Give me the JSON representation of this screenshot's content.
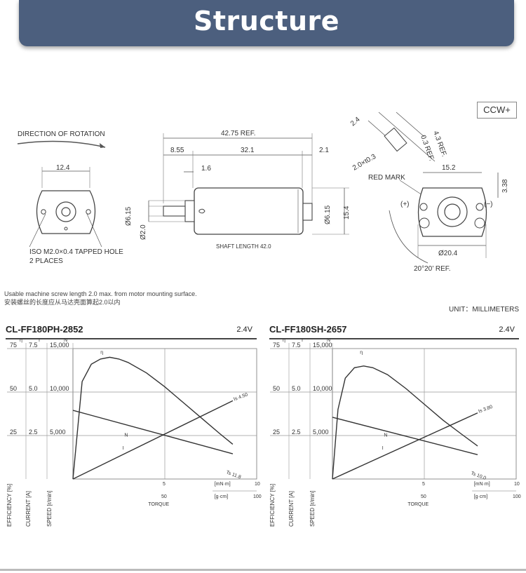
{
  "header": {
    "title": "Structure"
  },
  "ccw_badge": "CCW+",
  "drawing": {
    "direction_label": "DIRECTION OF ROTATION",
    "front_width": "12.4",
    "tapped_hole_note_1": "ISO M2.0×0.4 TAPPED HOLE",
    "tapped_hole_note_2": "2 PLACES",
    "body_total": "42.75 REF.",
    "dim_855": "8.55",
    "dim_321": "32.1",
    "dim_21": "2.1",
    "dim_16": "1.6",
    "dim_615_left": "Ø6.15",
    "dim_20": "Ø2.0",
    "dim_615_right": "Ø6.15",
    "dim_154": "15.4",
    "shaft_length": "SHAFT LENGTH  42.0",
    "terminal_24": "2.4",
    "terminal_43": "4.3 REF.",
    "terminal_03": "0.3 REF.",
    "terminal_20t": "2.0×t0.3",
    "red_mark": "RED MARK",
    "rear_152": "15.2",
    "rear_338": "3.38",
    "plus": "(+)",
    "minus": "(−)",
    "rear_204": "Ø20.4",
    "angle": "20°20’ REF."
  },
  "notes": {
    "line1": "Usable machine screw length 2.0 max. from motor mounting surface.",
    "line2": "安装螺丝的长度应从马达壳面算起2.0以内",
    "unit": "UNIT：MILLIMETERS"
  },
  "chart_data": [
    {
      "type": "line",
      "title": "CL-FF180PH-2852",
      "voltage": "2.4V",
      "xlabel": "TORQUE",
      "x_unit_1": "[mN·m]",
      "x_unit_2": "[g·cm]",
      "x_ticks_mn": [
        "5",
        "10"
      ],
      "x_ticks_gcm": [
        "50",
        "100"
      ],
      "xlim_mn": [
        0,
        10
      ],
      "eff_ticks": [
        "75",
        "50",
        "25"
      ],
      "cur_ticks": [
        "7.5",
        "5.0",
        "2.5"
      ],
      "spd_ticks": [
        "15,000",
        "10,000",
        "5,000"
      ],
      "axis_symbols": [
        "η",
        "I",
        "N"
      ],
      "axis_names": [
        "EFFICIENCY [%]",
        "CURRENT [A]",
        "SPEED [r/min]"
      ],
      "grid": true,
      "series": [
        {
          "name": "η",
          "x": [
            0,
            0.5,
            1.0,
            1.5,
            2.0,
            2.5,
            3.0,
            4.0,
            5.0,
            6.0,
            7.0,
            8.0,
            8.7
          ],
          "y": [
            0,
            56,
            66,
            69,
            70,
            69,
            67,
            61,
            53,
            44,
            35,
            26,
            20
          ]
        },
        {
          "name": "N",
          "x": [
            0,
            8.7
          ],
          "y": [
            7900,
            2900
          ]
        },
        {
          "name": "I",
          "x": [
            0,
            8.7
          ],
          "y": [
            0,
            4.5
          ]
        }
      ],
      "annotations": [
        "Is 4.50",
        "Ts 11.8"
      ]
    },
    {
      "type": "line",
      "title": "CL-FF180SH-2657",
      "voltage": "2.4V",
      "xlabel": "TORQUE",
      "x_unit_1": "[mN·m]",
      "x_unit_2": "[g·cm]",
      "x_ticks_mn": [
        "5",
        "10"
      ],
      "x_ticks_gcm": [
        "50",
        "100"
      ],
      "xlim_mn": [
        0,
        10
      ],
      "eff_ticks": [
        "75",
        "50",
        "25"
      ],
      "cur_ticks": [
        "7.5",
        "5.0",
        "2.5"
      ],
      "spd_ticks": [
        "15,000",
        "10,000",
        "5,000"
      ],
      "axis_symbols": [
        "η",
        "I",
        "N"
      ],
      "axis_names": [
        "EFFICIENCY [%]",
        "CURRENT [A]",
        "SPEED [r/min]"
      ],
      "grid": true,
      "series": [
        {
          "name": "η",
          "x": [
            0,
            0.3,
            0.7,
            1.2,
            1.7,
            2.2,
            3.0,
            4.0,
            5.0,
            6.0,
            7.0,
            7.9
          ],
          "y": [
            0,
            40,
            58,
            64,
            65,
            64,
            60,
            52,
            43,
            34,
            26,
            19
          ]
        },
        {
          "name": "N",
          "x": [
            0,
            7.9
          ],
          "y": [
            7100,
            2800
          ]
        },
        {
          "name": "I",
          "x": [
            0,
            7.9
          ],
          "y": [
            0,
            3.8
          ]
        }
      ],
      "annotations": [
        "Is 3.80",
        "Ts 10.0"
      ]
    }
  ]
}
